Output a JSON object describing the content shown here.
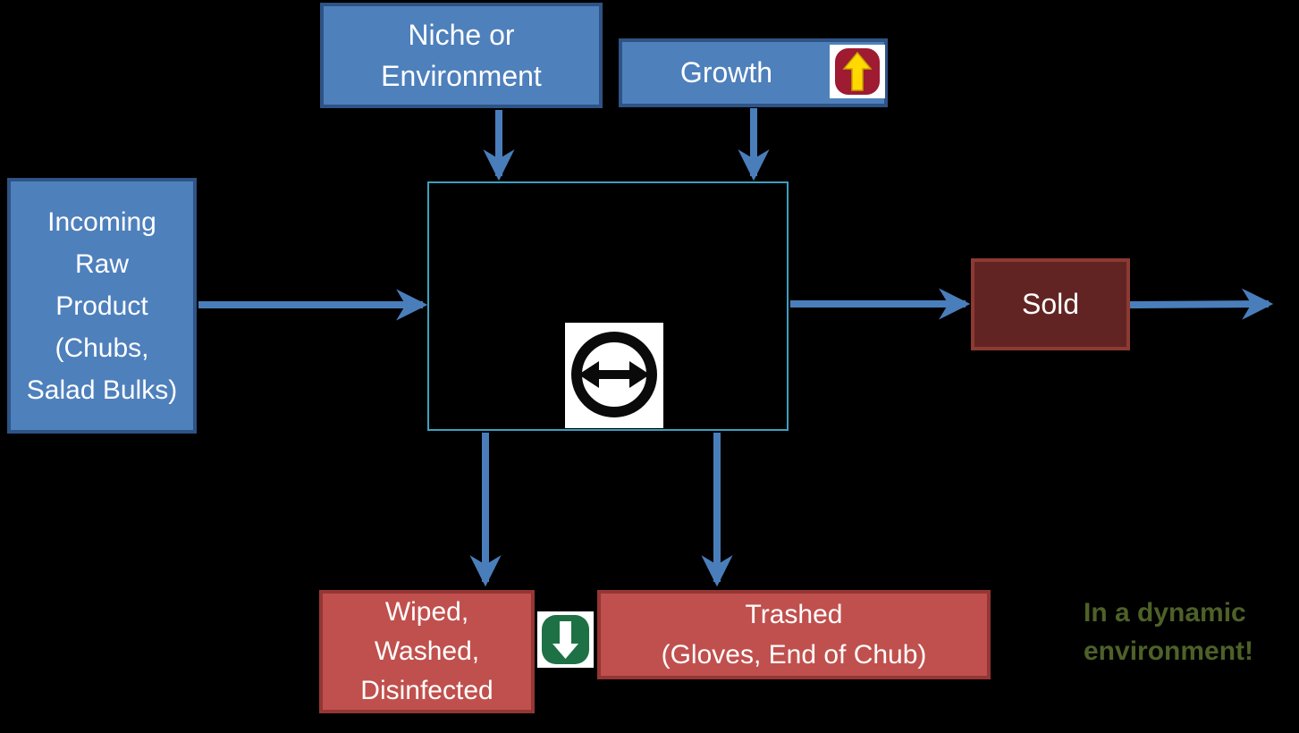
{
  "diagram": {
    "background": "#000000",
    "nodes": {
      "niche": {
        "label": "Niche or\nEnvironment"
      },
      "growth": {
        "label": "Growth"
      },
      "incoming": {
        "label": "Incoming\nRaw\nProduct\n(Chubs,\nSalad Bulks)"
      },
      "process": {
        "label": ""
      },
      "sold": {
        "label": "Sold"
      },
      "wiped": {
        "label": "Wiped,\nWashed,\nDisinfected"
      },
      "trashed": {
        "label": "Trashed\n(Gloves, End of Chub)"
      },
      "note": {
        "label": "In a dynamic\nenvironment!"
      }
    },
    "icons": {
      "growth_up": "red-badge-yellow-up-arrow",
      "process_exchange": "black-circle-double-horizontal-arrow",
      "sanitize_down": "green-badge-white-down-arrow"
    },
    "colors": {
      "bg": "#000000",
      "blue_fill": "#4E80BC",
      "blue_border": "#2E5385",
      "red_fill": "#C0504D",
      "red_border": "#943634",
      "maroon_fill": "#622423",
      "maroon_border": "#8C3A32",
      "process_border": "#3E9FBE",
      "arrow": "#4A7EBB",
      "note_text": "#4E6128",
      "icon_red": "#9E1B32",
      "icon_yellow": "#FFD900",
      "icon_green": "#1E7145"
    }
  }
}
